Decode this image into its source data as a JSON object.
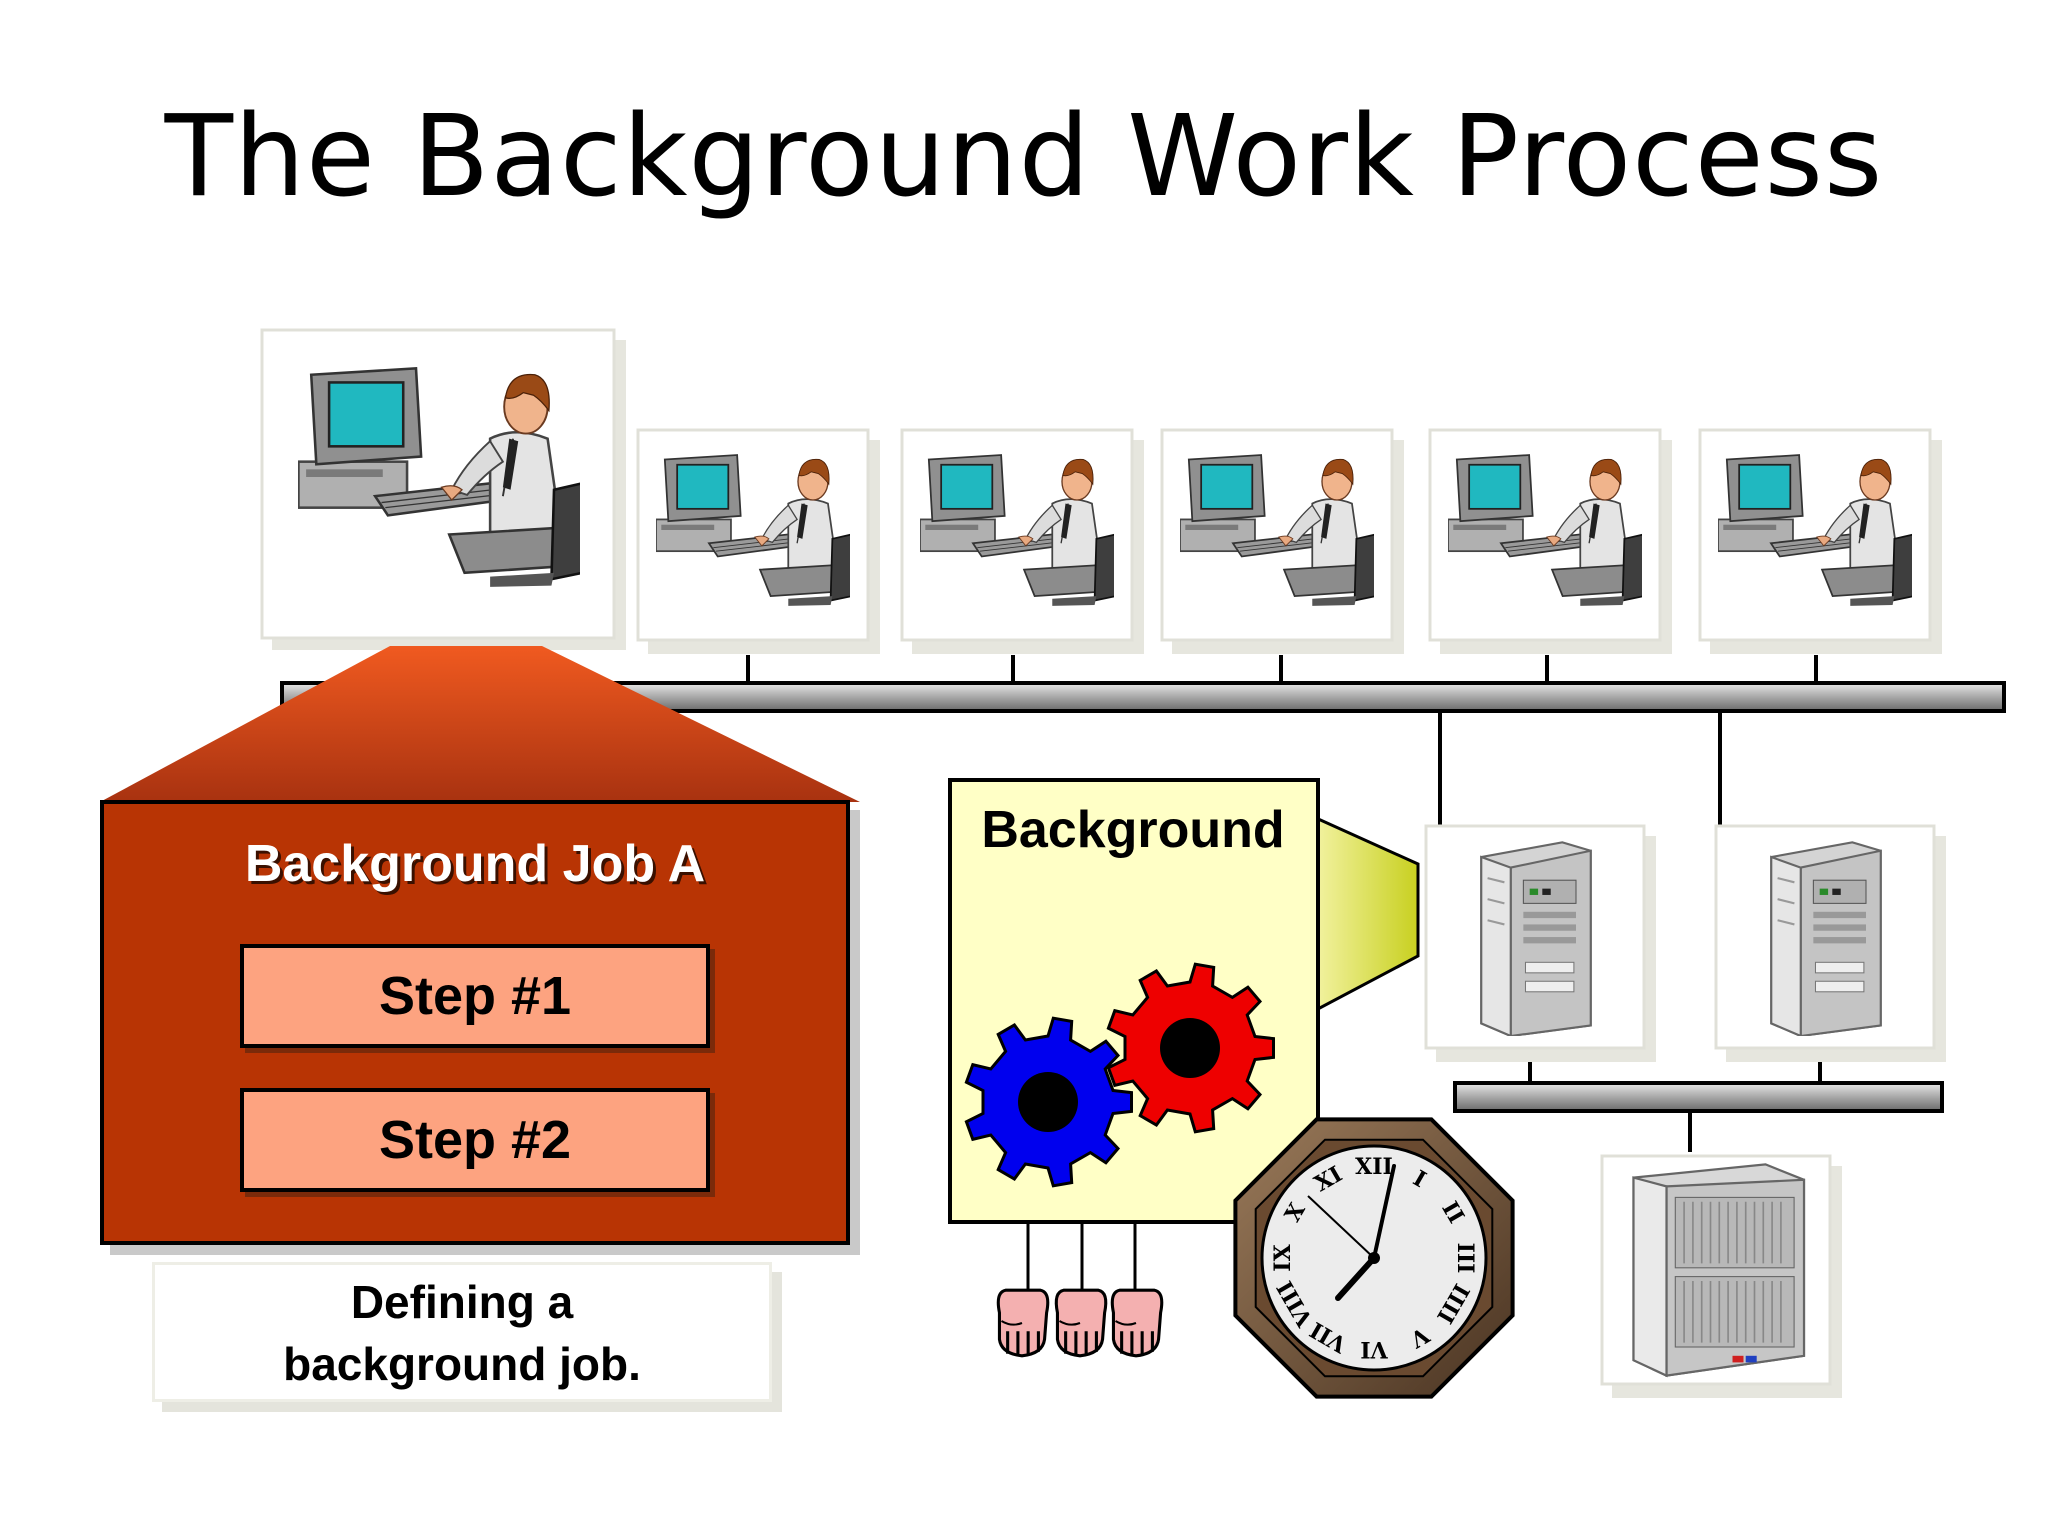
{
  "title": "The Background Work Process",
  "job": {
    "title": "Background Job A",
    "steps": [
      "Step #1",
      "Step #2"
    ]
  },
  "caption": {
    "line1": "Defining a",
    "line2": "background job."
  },
  "process": {
    "label": "Background"
  },
  "clock": {
    "numerals": [
      "XII",
      "I",
      "II",
      "III",
      "IIII",
      "V",
      "VI",
      "VII",
      "VIII",
      "IX",
      "X",
      "XI"
    ]
  },
  "colors": {
    "job_panel": "#b83404",
    "step_fill": "#fda380",
    "roof_top": "#ee5a22",
    "process_fill": "#ffffc6",
    "gear_left": "#0000ee",
    "gear_right": "#ee0000",
    "bus": "#b0b0b0"
  },
  "icons": {
    "workstation": "user-at-computer-icon",
    "server": "tower-server-icon",
    "database": "database-server-icon",
    "gear": "gear-icon",
    "clock": "wall-clock-icon",
    "hand": "hand-icon"
  }
}
